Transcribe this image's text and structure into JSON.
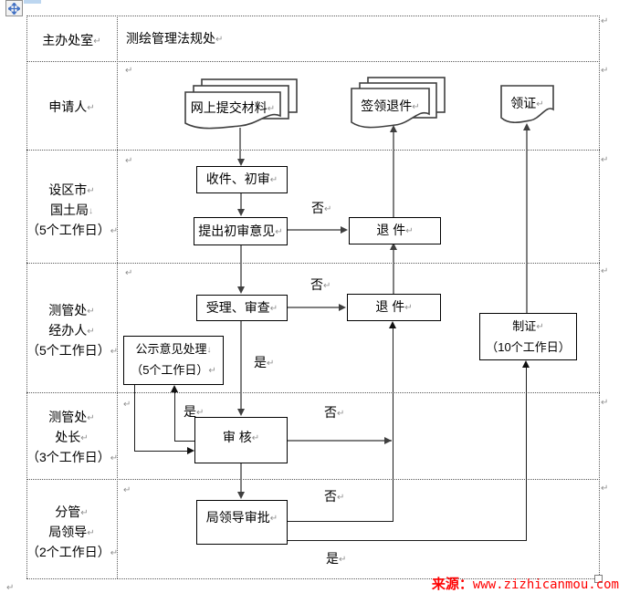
{
  "document": {
    "marks": {
      "pilcrow": "↵",
      "soft_break": "↓"
    },
    "credit": {
      "prefix": "来源：",
      "url": "www.zizhicanmou.com",
      "color": "#ff0000"
    }
  },
  "table": {
    "header_row": {
      "office_label": "主办处室",
      "office_value": "测绘管理法规处"
    },
    "role_rows": [
      {
        "lines": [
          {
            "text": "申请人",
            "mark": "pilcrow"
          }
        ]
      },
      {
        "lines": [
          {
            "text": "设区市",
            "mark": "pilcrow"
          },
          {
            "text": "国土局",
            "mark": "soft_break"
          },
          {
            "text": "（5个工作日）",
            "mark": "pilcrow"
          }
        ]
      },
      {
        "lines": [
          {
            "text": "测管处",
            "mark": "pilcrow"
          },
          {
            "text": "经办人",
            "mark": "pilcrow"
          },
          {
            "text": "（5个工作日）",
            "mark": "pilcrow"
          }
        ]
      },
      {
        "lines": [
          {
            "text": "测管处",
            "mark": "pilcrow"
          },
          {
            "text": "处长",
            "mark": "pilcrow"
          },
          {
            "text": "（3个工作日）",
            "mark": "pilcrow"
          }
        ]
      },
      {
        "lines": [
          {
            "text": "分管",
            "mark": "pilcrow"
          },
          {
            "text": "局领导",
            "mark": "pilcrow"
          },
          {
            "text": "（2个工作日）",
            "mark": "pilcrow"
          }
        ]
      }
    ]
  },
  "flow": {
    "documents": [
      {
        "id": "submit-online",
        "label": "网上提交材料",
        "stacked": true
      },
      {
        "id": "sign-return-pickup",
        "label": "签领退件",
        "stacked": true
      },
      {
        "id": "certificate-pickup",
        "label": "领证",
        "stacked": false
      }
    ],
    "boxes": [
      {
        "id": "receive-initial-review",
        "label": "收件、初审"
      },
      {
        "id": "initial-review-opinion",
        "label": "提出初审意见"
      },
      {
        "id": "return-item-1",
        "label": "退  件"
      },
      {
        "id": "accept-examine",
        "label": "受理、审查"
      },
      {
        "id": "return-item-2",
        "label": "退  件"
      },
      {
        "id": "publicity-opinion",
        "label": "公示意见处理",
        "label2": "（5个工作日）"
      },
      {
        "id": "review",
        "label": "审  核"
      },
      {
        "id": "make-certificate",
        "label": "制证",
        "label2": "（10个工作日）"
      },
      {
        "id": "bureau-leader-approval",
        "label": "局领导审批"
      }
    ],
    "branch_labels": {
      "yes": "是",
      "no": "否"
    }
  }
}
